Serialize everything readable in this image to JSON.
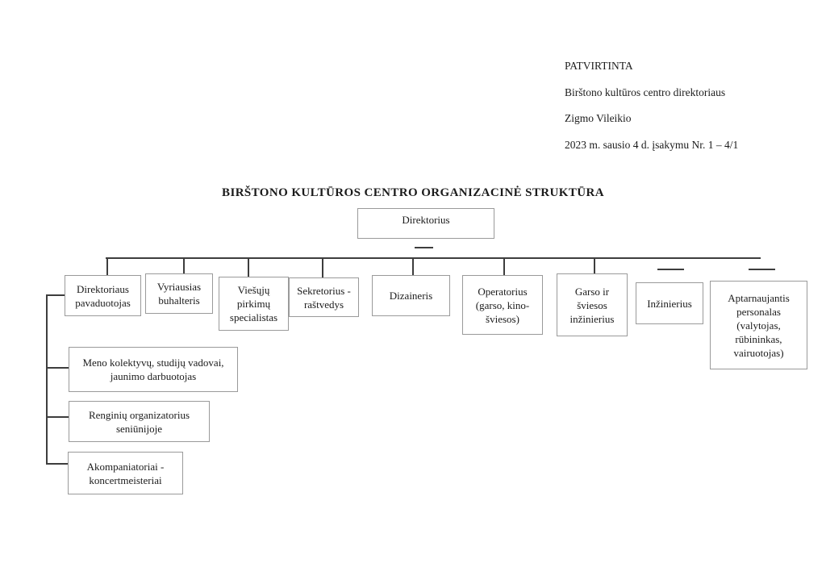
{
  "approval": {
    "lines": [
      "PATVIRTINTA",
      "Birštono kultūros centro direktoriaus",
      "Zigmo Vileikio",
      "2023 m. sausio 4 d. įsakymu Nr. 1 – 4/1"
    ]
  },
  "title": "BIRŠTONO KULTŪROS CENTRO ORGANIZACINĖ STRUKTŪRA",
  "org": {
    "root": {
      "label": "Direktorius"
    },
    "level1": [
      {
        "label": "Direktoriaus pavaduotojas"
      },
      {
        "label": "Vyriausias buhalteris"
      },
      {
        "label": "Viešųjų pirkimų specialistas"
      },
      {
        "label": "Sekretorius -raštvedys"
      },
      {
        "label": "Dizaineris"
      },
      {
        "label": "Operatorius (garso, kino- šviesos)"
      },
      {
        "label": "Garso ir šviesos inžinierius"
      },
      {
        "label": "Inžinierius"
      },
      {
        "label": "Aptarnaujantis personalas (valytojas, rūbininkas, vairuotojas)"
      }
    ],
    "level2": [
      {
        "label": "Meno kolektyvų, studijų vadovai, jaunimo darbuotojas"
      },
      {
        "label": "Renginių organizatorius seniūnijoje"
      },
      {
        "label": "Akompaniatoriai - koncertmeisteriai"
      }
    ]
  },
  "colors": {
    "connector": "#3d3d3d",
    "box_border": "#9a9a9a",
    "text": "#1b1b1b",
    "background": "#ffffff"
  }
}
